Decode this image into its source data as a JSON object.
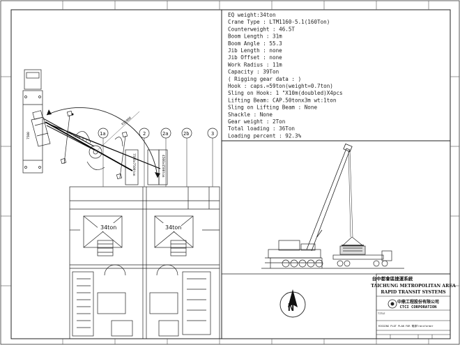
{
  "specs": [
    "EQ weight:34ton",
    "Crane Type : LTM1160-5.1(160Ton)",
    "Counterweight : 46.5T",
    "Boom Length : 31m",
    "Boom Angle : 55.3",
    "Jib Length : none",
    "Jib Offset : none",
    "Work Radius : 11m",
    "Capacity : 39Ton",
    "( Rigging gear data : )",
    "Hook : caps.=59ton(weight=0.7ton)",
    "Sling on Hook: 1 \"X10m(doubled)X4pcs",
    "Lifting Beam: CAP.50tonx3m  wt:1ton",
    "Sling on Lifting Beam : None",
    "Shackle : None",
    "Gear weight : 2Ton",
    "Total loading : 36Ton",
    "Loading percent : 92.3%"
  ],
  "grid": {
    "1a": "1a",
    "2": "2",
    "2a": "2a",
    "2b": "2b",
    "3": "3"
  },
  "plan": {
    "load_left": "34ton",
    "load_right": "34ton",
    "radius_label": "R11000",
    "vertical_label_a": "7500x7500ton",
    "vertical_label_b": "4500x4500ton",
    "crane_label": "LTM 1160-5.1",
    "dim_label": "7500"
  },
  "title_block": {
    "chinese": "台中都會區捷運系統",
    "english_1": "TAICHUNG METROPOLITAN AREA",
    "english_2": "RAPID TRANSIT SYSTEMS",
    "company_cn": "中鼎工程股份有限公司",
    "company_en": "CTCI CORPORATION",
    "title_small": "TITLE",
    "drawing_title": "RIGGING PLOT PLAN FOR 電源Transformer",
    "north": "N"
  }
}
